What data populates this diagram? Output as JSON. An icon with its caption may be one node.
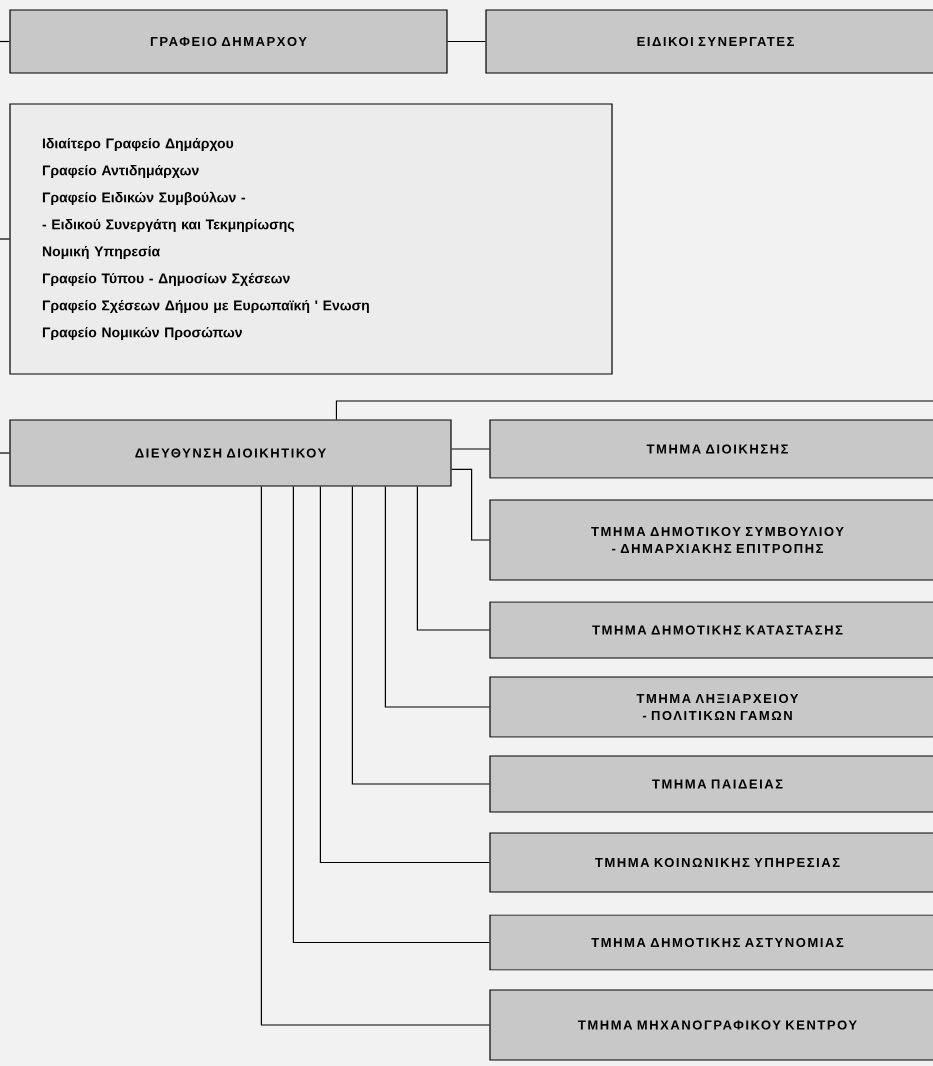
{
  "diagram": {
    "nodes": [
      {
        "text": [
          "ΓΡΑΦΕΙΟ ΔΗΜΑΡΧΟΥ"
        ]
      },
      {
        "text": [
          "ΕΙΔΙΚΟΙ ΣΥΝΕΡΓΑΤΕΣ"
        ]
      },
      {
        "text": [
          "Ιδιαίτερο Γραφείο Δημάρχου",
          "Γραφείο Αντιδημάρχων",
          "Γραφείο Ειδικών Συμβούλων -",
          "- Ειδικού Συνεργάτη και Τεκμηρίωσης",
          "Νομική Υπηρεσία",
          "Γραφείο Τύπου - Δημοσίων Σχέσεων",
          "Γραφείο Σχέσεων Δήμου με Ευρωπαϊκή ' Ενωση",
          "Γραφείο Νομικών Προσώπων"
        ]
      },
      {
        "text": [
          "ΔΙΕΥΘΥΝΣΗ ΔΙΟΙΚΗΤΙΚΟΥ"
        ]
      },
      {
        "text": [
          "ΤΜΗΜΑ ΔΙΟΙΚΗΣΗΣ"
        ]
      },
      {
        "text": [
          "ΤΜΗΜΑ ΔΗΜΟΤΙΚΟΥ ΣΥΜΒΟΥΛΙΟΥ - ΔΗΜΑΡΧΙΑΚΗΣ ΕΠΙΤΡΟΠΗΣ"
        ]
      },
      {
        "text": [
          "ΤΜΗΜΑ ΔΗΜΟΤΙΚΗΣ ΚΑΤΑΣΤΑΣΗΣ"
        ]
      },
      {
        "text": [
          "ΤΜΗΜΑ ΛΗΞΙΑΡΧΕΙΟΥ - ΠΟΛΙΤΙΚΩΝ ΓΑΜΩΝ"
        ]
      },
      {
        "text": [
          "ΤΜΗΜΑ ΠΑΙΔΕΙΑΣ"
        ]
      },
      {
        "text": [
          "ΤΜΗΜΑ ΚΟΙΝΩΝΙΚΗΣ ΥΠΗΡΕΣΙΑΣ"
        ]
      },
      {
        "text": [
          "ΤΜΗΜΑ ΔΗΜΟΤΙΚΗΣ ΑΣΤΥΝΟΜΙΑΣ"
        ]
      },
      {
        "text": [
          "ΤΜΗΜΑ ΜΗΧΑΝΟΓΡΑΦΙΚΟΥ ΚΕΝΤΡΟΥ"
        ]
      }
    ],
    "edges": [
      {
        "from": null,
        "to": 0,
        "arrow": "none"
      },
      {
        "from": 0,
        "to": 1,
        "arrow": "none"
      },
      {
        "from": null,
        "to": 2,
        "arrow": "none"
      },
      {
        "from": null,
        "to": 3,
        "arrow": "none"
      },
      {
        "from": 3,
        "to": null,
        "arrow": "none"
      },
      {
        "from": 3,
        "to": 4,
        "arrow": "none"
      },
      {
        "from": 3,
        "to": 5,
        "arrow": "none"
      },
      {
        "from": 3,
        "to": 6,
        "arrow": "none"
      },
      {
        "from": 3,
        "to": 7,
        "arrow": "none"
      },
      {
        "from": 3,
        "to": 8,
        "arrow": "none"
      },
      {
        "from": 3,
        "to": 9,
        "arrow": "none"
      },
      {
        "from": 3,
        "to": 10,
        "arrow": "none"
      },
      {
        "from": 3,
        "to": 11,
        "arrow": "none"
      }
    ]
  }
}
